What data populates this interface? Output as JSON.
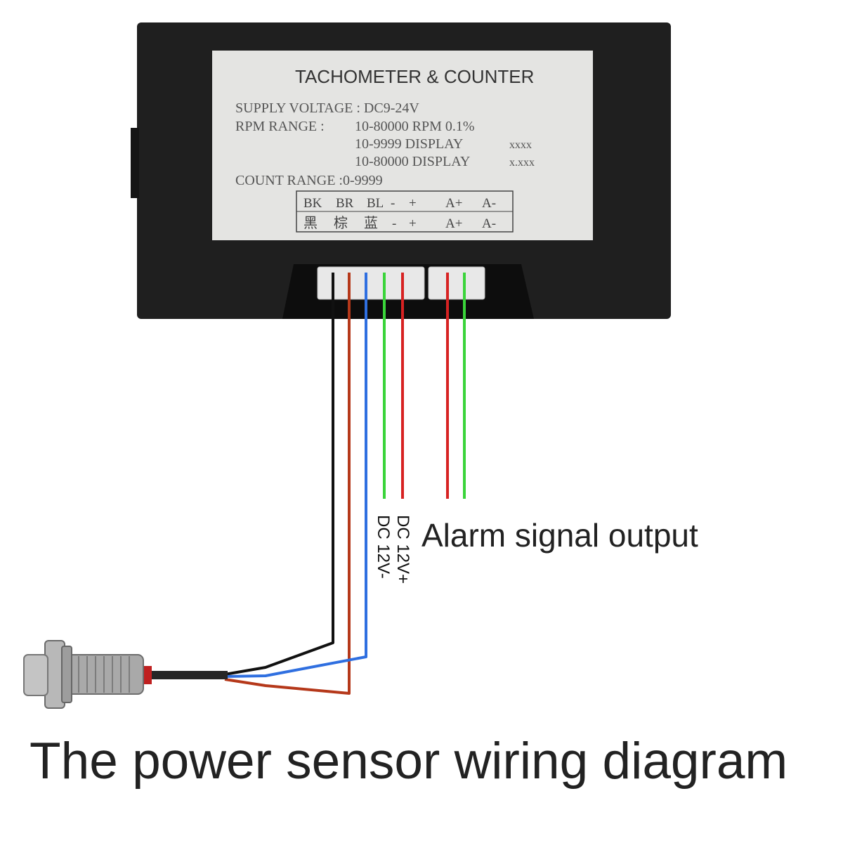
{
  "device": {
    "title": "TACHOMETER & COUNTER",
    "supply_voltage": "SUPPLY VOLTAGE : DC9-24V",
    "rpm_range_label": "RPM RANGE :",
    "rpm_range_value": "10-80000 RPM  0.1%",
    "display_row_1_range": "10-9999  DISPLAY",
    "display_row_1_format": "xxxx",
    "display_row_2_range": "10-80000 DISPLAY",
    "display_row_2_format": "x.xxx",
    "count_range": "COUNT RANGE :0-9999",
    "terminal_row_en": [
      "BK",
      "BR",
      "BL",
      "-",
      "+",
      "A+",
      "A-"
    ],
    "terminal_row_cn": [
      "黑",
      "棕",
      "蓝",
      "-",
      "+",
      "A+",
      "A-"
    ]
  },
  "wire_colors": {
    "black": "#111111",
    "brown": "#b5381a",
    "blue": "#2f6fe0",
    "green": "#3ad43a",
    "red": "#d72222"
  },
  "labels": {
    "dc_minus": "DC 12V-",
    "dc_plus": "DC 12V+",
    "alarm": "Alarm signal output",
    "caption": "The power sensor wiring diagram"
  }
}
